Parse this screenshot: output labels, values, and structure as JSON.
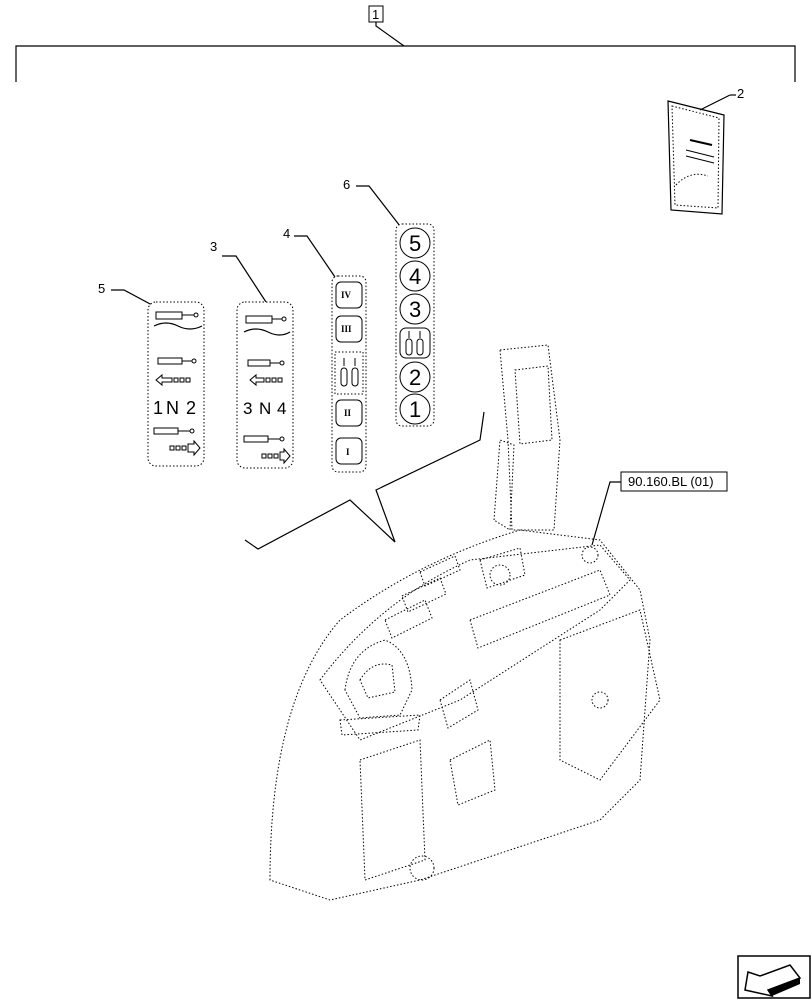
{
  "callouts": {
    "assembly": "1",
    "manual": "2",
    "decal_3": "3",
    "decal_4": "4",
    "decal_5": "5",
    "decal_6": "6"
  },
  "reference_box": "90.160.BL (01)",
  "decal_5_labels": {
    "left": "1",
    "mid": "N",
    "right": "2"
  },
  "decal_3_labels": {
    "left": "3",
    "mid": "N",
    "right": "4"
  },
  "decal_4_labels": [
    "IV",
    "III",
    "II",
    "I"
  ],
  "decal_6_labels": [
    "5",
    "4",
    "3",
    "2",
    "1"
  ],
  "icons": [
    "hydraulic-cylinder-float-icon",
    "cylinder-retract-icon",
    "cylinder-extend-icon",
    "remote-valve-icon",
    "nav-arrow-icon"
  ]
}
